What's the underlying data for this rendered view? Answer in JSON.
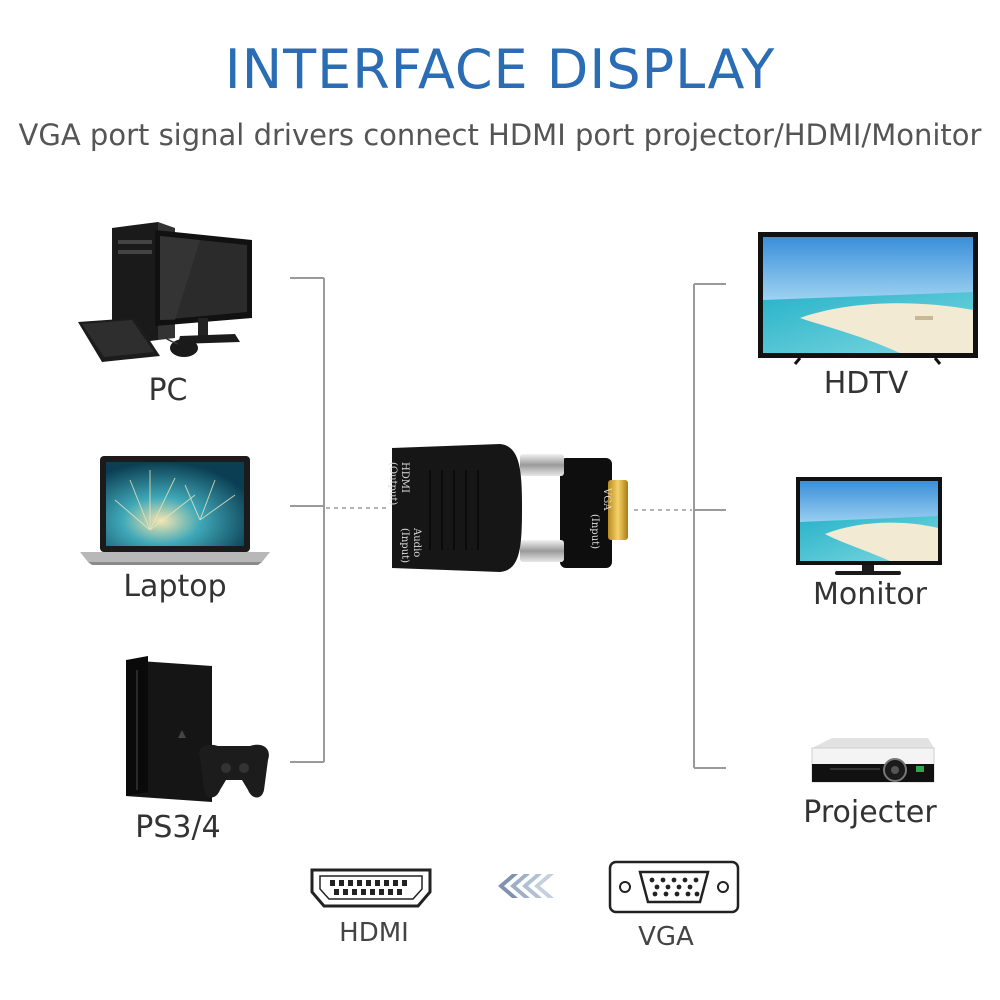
{
  "header": {
    "title": "INTERFACE DISPLAY",
    "subtitle": "VGA port signal drivers connect HDMI port projector/HDMI/Monitor"
  },
  "sources": [
    {
      "label": "PC",
      "icon": "desktop-pc-icon"
    },
    {
      "label": "Laptop",
      "icon": "laptop-icon"
    },
    {
      "label": "PS3/4",
      "icon": "game-console-icon"
    }
  ],
  "outputs": [
    {
      "label": "HDTV",
      "icon": "hdtv-icon"
    },
    {
      "label": "Monitor",
      "icon": "monitor-icon"
    },
    {
      "label": "Projecter",
      "icon": "projector-icon"
    }
  ],
  "adapter": {
    "hdmi_port_label": "HDMI",
    "hdmi_port_sub": "(Output)",
    "audio_port_label": "Audio",
    "audio_port_sub": "(Input)",
    "vga_port_label": "VGA",
    "vga_port_sub": "(Input)"
  },
  "connectors": {
    "hdmi_label": "HDMI",
    "vga_label": "VGA",
    "arrow_icon": "chevron-left-arrows-icon"
  },
  "colors": {
    "title": "#2a6db5",
    "arrow": "#9fb0c8",
    "bracket": "#9a9a9a"
  }
}
